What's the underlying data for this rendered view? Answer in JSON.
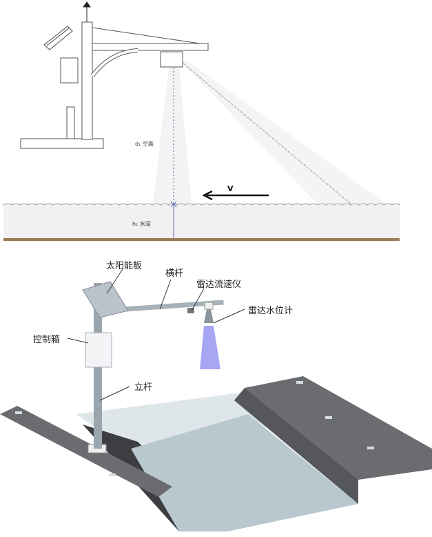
{
  "top_diagram": {
    "air_gap_label": "d₁ 空高",
    "water_depth_label": "h₁ 水深",
    "velocity_label": "V"
  },
  "bottom_diagram": {
    "labels": {
      "solar_panel": "太阳能板",
      "crossbar": "横杆",
      "radar_flow_meter": "雷达流速仪",
      "radar_level_meter": "雷达水位计",
      "control_box": "控制箱",
      "pole": "立杆"
    }
  },
  "colors": {
    "beam": "#8888ee",
    "bank": "#6a6c70",
    "water": "#b9c7cf",
    "riverbed": "#9b7b55"
  }
}
